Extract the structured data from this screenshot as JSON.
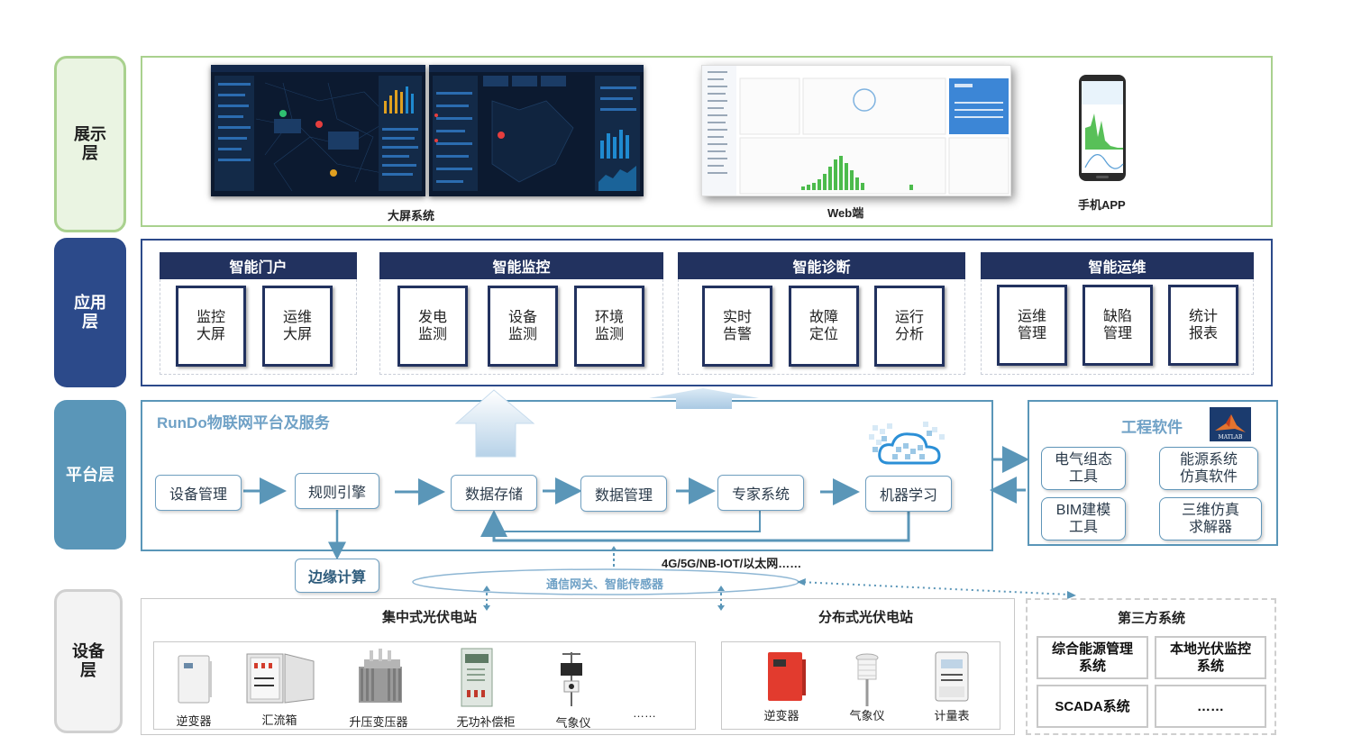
{
  "layers": {
    "display": {
      "label": "展示层",
      "bg": "#eaf4e2",
      "border": "#a9d18e",
      "color": "#1f1f1f"
    },
    "application": {
      "label": "应用层",
      "bg": "#2c4a8a",
      "border": "#2c4a8a",
      "color": "#ffffff"
    },
    "platform": {
      "label": "平台层",
      "bg": "#5a96b8",
      "border": "#5a96b8",
      "color": "#ffffff"
    },
    "device": {
      "label": "设备层",
      "bg": "#f3f3f3",
      "border": "#d0d0d0",
      "color": "#1f1f1f"
    }
  },
  "display": {
    "big_screen_caption": "大屏系统",
    "web_caption": "Web端",
    "mobile_caption": "手机APP"
  },
  "application": {
    "groups": [
      {
        "title": "智能门户",
        "modules": [
          {
            "l1": "监控",
            "l2": "大屏"
          },
          {
            "l1": "运维",
            "l2": "大屏"
          }
        ]
      },
      {
        "title": "智能监控",
        "modules": [
          {
            "l1": "发电",
            "l2": "监测"
          },
          {
            "l1": "设备",
            "l2": "监测"
          },
          {
            "l1": "环境",
            "l2": "监测"
          }
        ]
      },
      {
        "title": "智能诊断",
        "modules": [
          {
            "l1": "实时",
            "l2": "告警"
          },
          {
            "l1": "故障",
            "l2": "定位"
          },
          {
            "l1": "运行",
            "l2": "分析"
          }
        ]
      },
      {
        "title": "智能运维",
        "modules": [
          {
            "l1": "运维",
            "l2": "管理"
          },
          {
            "l1": "缺陷",
            "l2": "管理"
          },
          {
            "l1": "统计",
            "l2": "报表"
          }
        ]
      }
    ]
  },
  "platform": {
    "title": "RunDo物联网平台及服务",
    "nodes": [
      "设备管理",
      "规则引擎",
      "数据存储",
      "数据管理",
      "专家系统",
      "机器学习"
    ],
    "edge_computing": "边缘计算",
    "network_text": "4G/5G/NB-IOT/以太网……",
    "gateway_text": "通信网关、智能传感器"
  },
  "engineering": {
    "title": "工程软件",
    "logo_text": "MATLAB",
    "items": [
      {
        "l1": "电气组态",
        "l2": "工具"
      },
      {
        "l1": "能源系统",
        "l2": "仿真软件"
      },
      {
        "l1": "BIM建模",
        "l2": "工具"
      },
      {
        "l1": "三维仿真",
        "l2": "求解器"
      }
    ]
  },
  "device": {
    "centralized": {
      "title": "集中式光伏电站",
      "items": [
        "逆变器",
        "汇流箱",
        "升压变压器",
        "无功补偿柜",
        "气象仪",
        "……"
      ]
    },
    "distributed": {
      "title": "分布式光伏电站",
      "items": [
        "逆变器",
        "气象仪",
        "计量表"
      ]
    },
    "third_party": {
      "title": "第三方系统",
      "items": [
        {
          "l1": "综合能源管理",
          "l2": "系统"
        },
        {
          "l1": "本地光伏监控",
          "l2": "系统"
        },
        {
          "l1": "SCADA系统",
          "l2": ""
        },
        {
          "l1": "……",
          "l2": ""
        }
      ]
    }
  },
  "colors": {
    "navy": "#22325f",
    "teal": "#5a96b8",
    "green": "#a9d18e",
    "arrow": "#5a96b8"
  }
}
